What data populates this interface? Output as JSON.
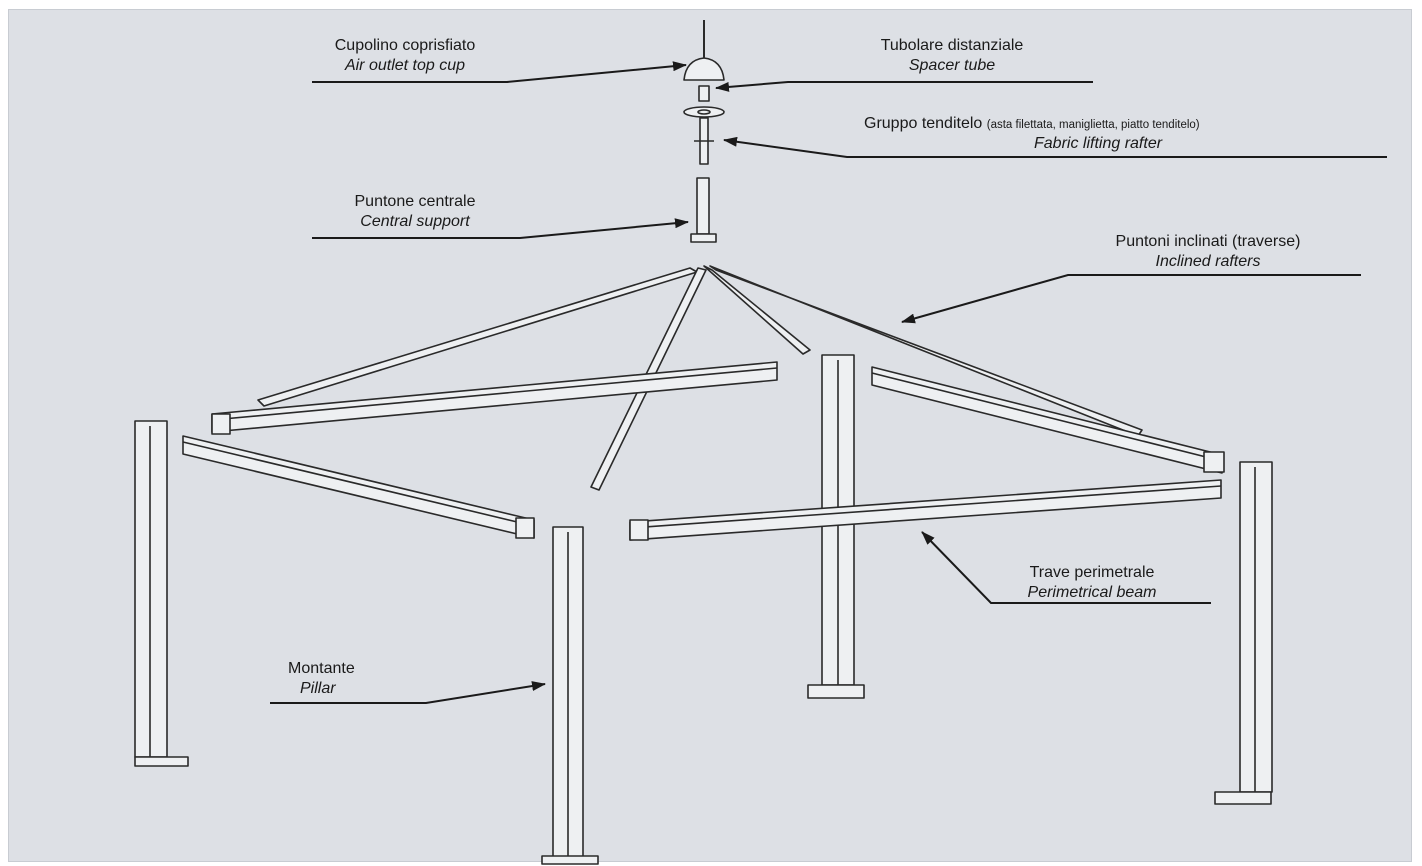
{
  "title_fragment": "",
  "labels": {
    "top_cup": {
      "it": "Cupolino coprisfiato",
      "en": "Air outlet top cup"
    },
    "spacer": {
      "it": "Tubolare distanziale",
      "en": "Spacer tube"
    },
    "lifting": {
      "it": "Gruppo tenditelo",
      "it_note": "(asta filettata, maniglietta, piatto tenditelo)",
      "en": "Fabric lifting rafter"
    },
    "central": {
      "it": "Puntone centrale",
      "en": "Central support"
    },
    "rafters": {
      "it": "Puntoni inclinati (traverse)",
      "en": "Inclined rafters"
    },
    "beam": {
      "it": "Trave perimetrale",
      "en": "Perimetrical beam"
    },
    "pillar": {
      "it": "Montante",
      "en": "Pillar"
    }
  },
  "colors": {
    "background": "#dde0e5",
    "line": "#2a2a2a",
    "part_fill": "#eef0f2"
  }
}
